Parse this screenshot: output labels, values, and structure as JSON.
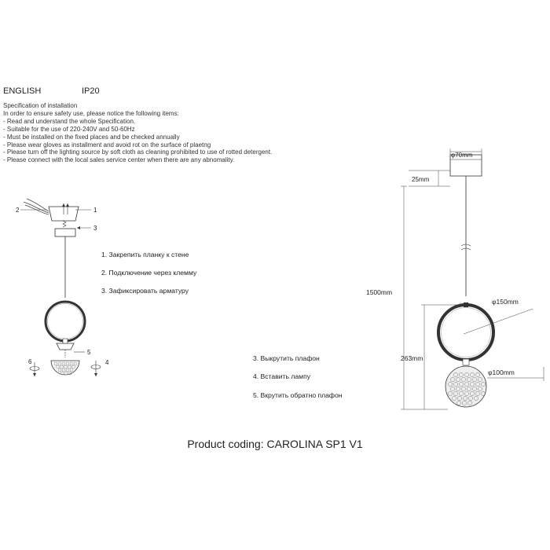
{
  "header": {
    "language": "ENGLISH",
    "ip_rating": "IP20"
  },
  "specification": {
    "title": "Specification of installation",
    "intro": "In order to ensure safety use, please notice the following items:",
    "items": [
      "- Read and understand the whole Specification.",
      "- Suitable for the use of 220-240V and 50-60Hz",
      "- Must be installed on the fixed places and be checked annually",
      "- Please wear gloves as installment and avoid rot on the surface of plaetng",
      "- Please turn off the lighting source by soft cloth as cleaning prohibited to use of rotted detergent.",
      "- Please connect with the local sales service center when there are any abnomality."
    ]
  },
  "install_steps": [
    "1. Закрепить планку к стене",
    "2. Подключение через клемму",
    "3. Зафиксировать арматуру"
  ],
  "lamp_steps": [
    "3. Выкрутить плафон",
    "4. Вставить лампу",
    "5. Вкрутить обратно плафон"
  ],
  "diagram_callouts": {
    "c1": "1",
    "c2": "2",
    "c3": "3",
    "c4": "4",
    "c5": "5",
    "c6": "6"
  },
  "dimensions": {
    "canopy_diameter": "φ70mm",
    "canopy_height": "25mm",
    "total_height": "1500mm",
    "ring_diameter": "φ150mm",
    "body_height": "263mm",
    "shade_diameter": "φ100mm"
  },
  "product_coding": "Product coding: CAROLINA SP1 V1"
}
